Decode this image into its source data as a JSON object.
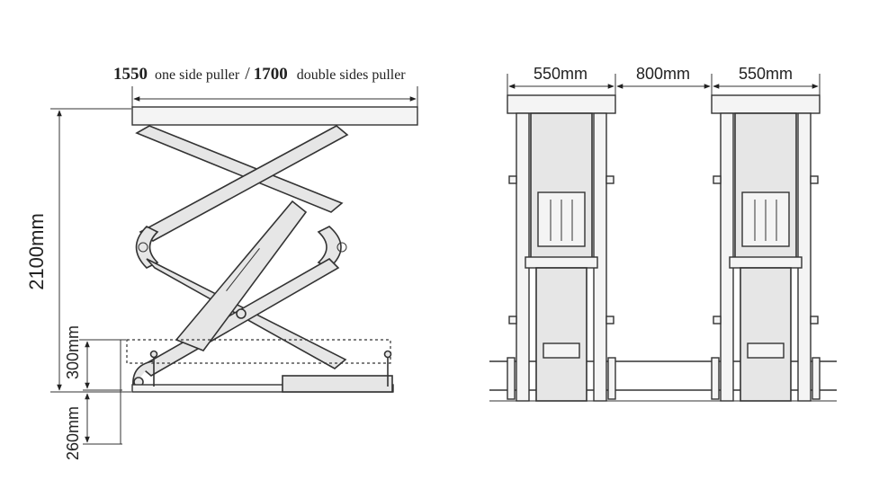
{
  "side_view": {
    "width_label_main": "1550",
    "width_label_main_desc": "one side puller",
    "width_label_sep": "/",
    "width_label_alt": "1700",
    "width_label_alt_desc": "double sides puller",
    "height_label": "2100mm",
    "lowered_label": "300mm",
    "pit_label": "260mm"
  },
  "front_view": {
    "left_width_label": "550mm",
    "gap_label": "800mm",
    "right_width_label": "550mm"
  }
}
